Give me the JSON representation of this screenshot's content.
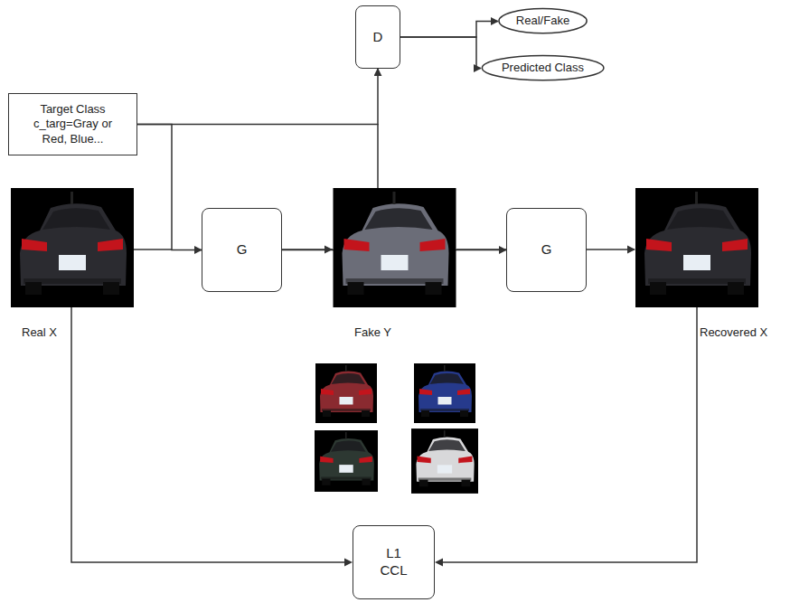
{
  "diagram": {
    "nodes": [
      {
        "text": [
          "D"
        ]
      },
      {
        "text": [
          "Real/Fake"
        ]
      },
      {
        "text": [
          "Predicted Class"
        ]
      },
      {
        "text": [
          "Target Class c_targ=Gray or Red, Blue..."
        ]
      },
      {
        "text": [
          "G"
        ]
      },
      {
        "text": [
          "G"
        ]
      },
      {
        "text": [
          "L1 CCL"
        ]
      }
    ],
    "edges": [
      {
        "from": 0,
        "to": 1,
        "arrow": "to"
      },
      {
        "from": 0,
        "to": 2,
        "arrow": "to"
      },
      {
        "from": 3,
        "to": 4,
        "arrow": "to"
      },
      {
        "from": 3,
        "to": 0,
        "arrow": "to"
      },
      {
        "from": 4,
        "to": 5,
        "arrow": "to"
      }
    ],
    "labels": [
      "Real X",
      "Fake Y",
      "Recovered X"
    ]
  }
}
